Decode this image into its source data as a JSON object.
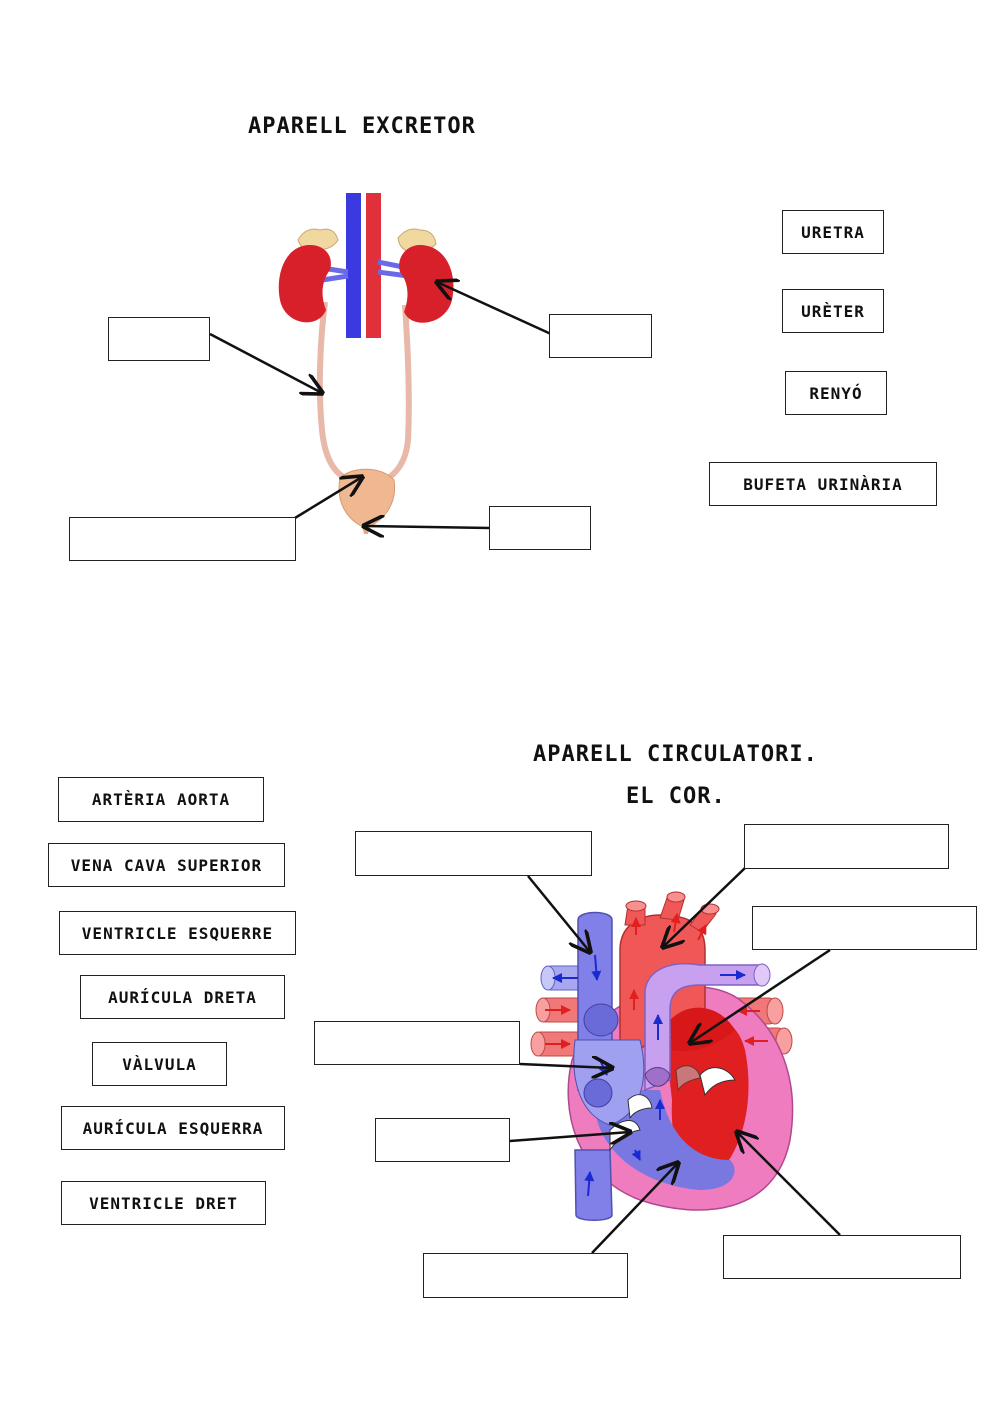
{
  "excretor": {
    "title": "APARELL EXCRETOR",
    "word_bank": [
      "URETRA",
      "URÈTER",
      "RENYÓ",
      "BUFETA URINÀRIA"
    ]
  },
  "circulatori": {
    "title_line1": "APARELL CIRCULATORI.",
    "title_line2": "EL COR.",
    "word_bank": [
      "ARTÈRIA AORTA",
      "VENA CAVA SUPERIOR",
      "VENTRICLE ESQUERRE",
      "AURÍCULA DRETA",
      "VÀLVULA",
      "AURÍCULA ESQUERRA",
      "VENTRICLE DRET"
    ]
  },
  "colors": {
    "kidney": "#d8202a",
    "vein": "#3a3ae0",
    "artery": "#e0303a",
    "ureter": "#e8b8a8",
    "bladder": "#f0b890",
    "heart_pink": "#f07cc0",
    "heart_red": "#e02020",
    "heart_blue": "#8080e8",
    "heart_lilac": "#c8a0f0",
    "heart_salmon": "#f07878"
  }
}
